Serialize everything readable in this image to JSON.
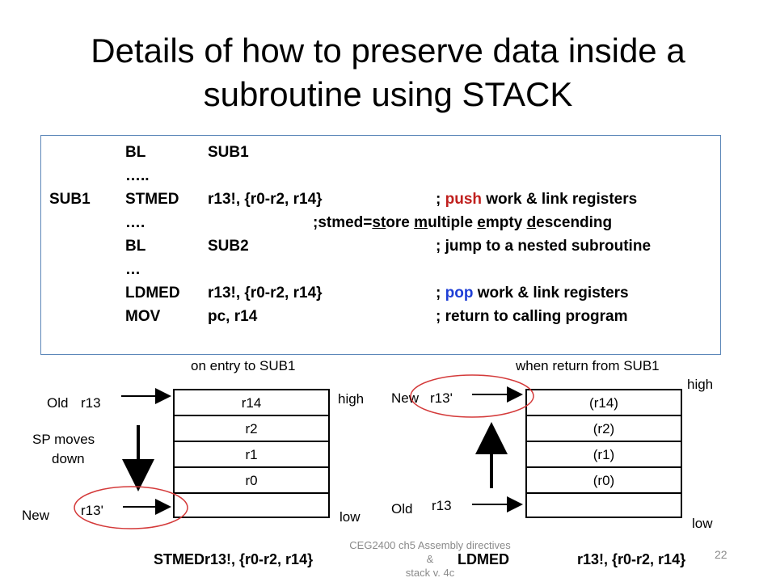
{
  "title": {
    "line1": "Details of how to preserve data inside a",
    "line2": "subroutine using STACK"
  },
  "code": {
    "l1": {
      "label": "",
      "op": "BL",
      "args": "SUB1"
    },
    "l2": {
      "label": "",
      "op": "…..",
      "args": ""
    },
    "l3": {
      "label": "SUB1",
      "op": "STMED",
      "args": "r13!, {r0-r2, r14}",
      "c_pre": "; ",
      "c_key": "push",
      "c_post": " work & link registers"
    },
    "l4": {
      "op": "….",
      "c_pre": ";stmed=",
      "c_u1": "st",
      "c_m1": "ore ",
      "c_u2": "m",
      "c_m2": "ultiple ",
      "c_u3": "e",
      "c_m3": "mpty ",
      "c_u4": "d",
      "c_m4": "escending"
    },
    "l5": {
      "op": "BL",
      "args": "SUB2",
      "comment": "; jump to a nested subroutine"
    },
    "l6": {
      "op": "…"
    },
    "l7": {
      "op": "LDMED",
      "args": "r13!, {r0-r2, r14}",
      "c_pre": "; ",
      "c_key": "pop",
      "c_post": " work & link registers"
    },
    "l8": {
      "op": "MOV",
      "args": "pc, r14",
      "comment": "; return to calling program"
    }
  },
  "left_diagram": {
    "caption": "on entry to SUB1",
    "old_label": "Old",
    "old_reg": "r13",
    "new_label": "New",
    "new_reg": "r13'",
    "sp_note_1": "SP moves",
    "sp_note_2": "down",
    "high": "high",
    "low": "low",
    "cells": [
      "r14",
      "r2",
      "r1",
      "r0",
      ""
    ]
  },
  "right_diagram": {
    "caption": "when return from SUB1",
    "high": "high",
    "low": "low",
    "new_label": "New",
    "new_reg": "r13'",
    "old_label": "Old",
    "old_reg": "r13",
    "cells": [
      "(r14)",
      "(r2)",
      "(r1)",
      "(r0)",
      ""
    ]
  },
  "bottom": {
    "left_instr": "STMEDr13!, {r0-r2, r14}",
    "right_op": "LDMED",
    "right_args": "r13!, {r0-r2, r14}"
  },
  "footer": {
    "line1": "CEG2400 ch5 Assembly directives &",
    "line2": "stack v. 4c",
    "page": "22"
  },
  "colors": {
    "box_border": "#5b86b8",
    "push": "#c0201e",
    "pop": "#1f3fd6",
    "highlight_circle": "#d43a3a"
  }
}
